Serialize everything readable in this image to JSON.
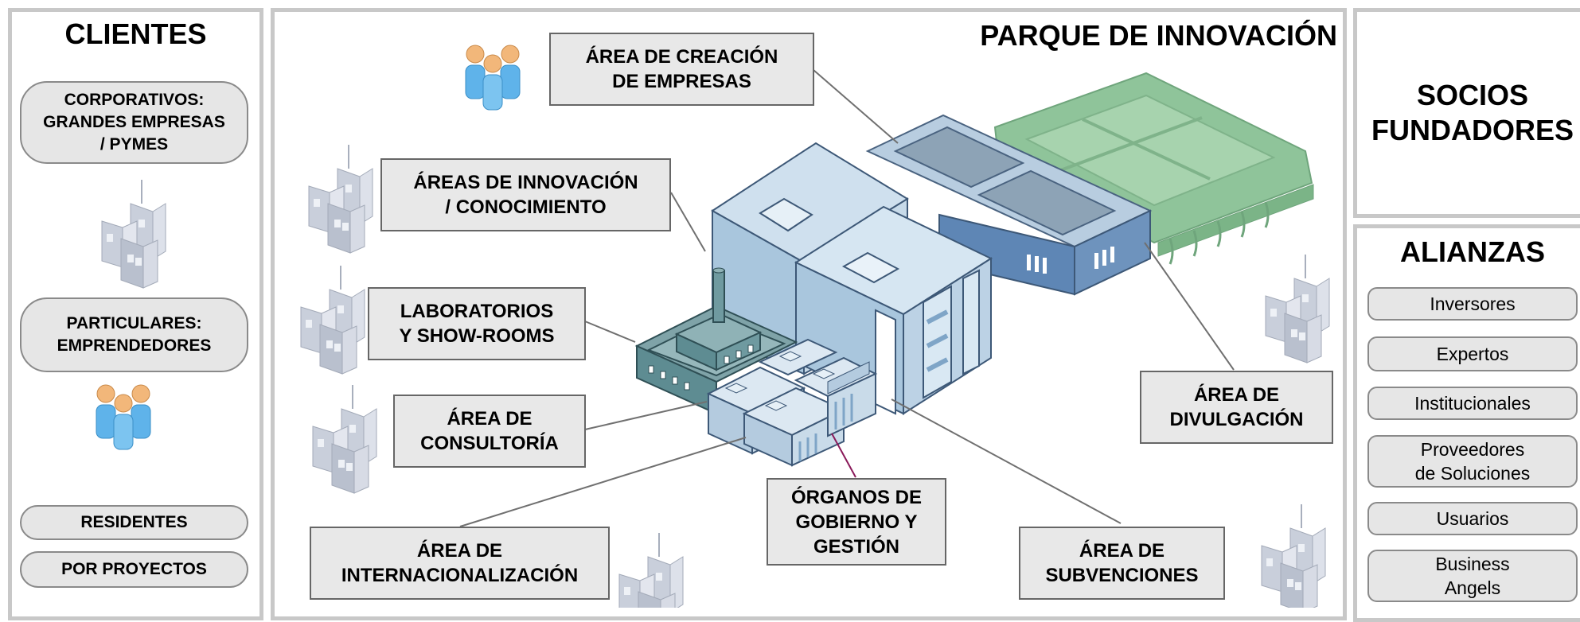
{
  "clientes": {
    "title": "CLIENTES",
    "items": [
      "CORPORATIVOS:\nGRANDES EMPRESAS\n/ PYMES",
      "PARTICULARES:\nEMPRENDEDORES",
      "RESIDENTES",
      "POR PROYECTOS"
    ]
  },
  "parque": {
    "title": "PARQUE DE INNOVACIÓN",
    "areas": {
      "creacion": "ÁREA DE CREACIÓN\nDE EMPRESAS",
      "innovacion": "ÁREAS DE INNOVACIÓN\n/ CONOCIMIENTO",
      "laboratorios": "LABORATORIOS\nY SHOW-ROOMS",
      "consultoria": "ÁREA DE\nCONSULTORÍA",
      "internacionalizacion": "ÁREA DE\nINTERNACIONALIZACIÓN",
      "organos": "ÓRGANOS DE\nGOBIERNO Y\nGESTIÓN",
      "subvenciones": "ÁREA DE\nSUBVENCIONES",
      "divulgacion": "ÁREA DE\nDIVULGACIÓN"
    }
  },
  "socios": {
    "title": "SOCIOS\nFUNDADORES"
  },
  "alianzas": {
    "title": "ALIANZAS",
    "items": [
      "Inversores",
      "Expertos",
      "Institucionales",
      "Proveedores\nde Soluciones",
      "Usuarios",
      "Business\nAngels"
    ]
  },
  "colors": {
    "panel_border": "#c8c8c8",
    "box_fill": "#e8e8e8",
    "building_blue": "#a9c6dd",
    "green_roof": "#8fc49a",
    "people_skin": "#f2b77a",
    "people_body": "#5fb3ea"
  }
}
